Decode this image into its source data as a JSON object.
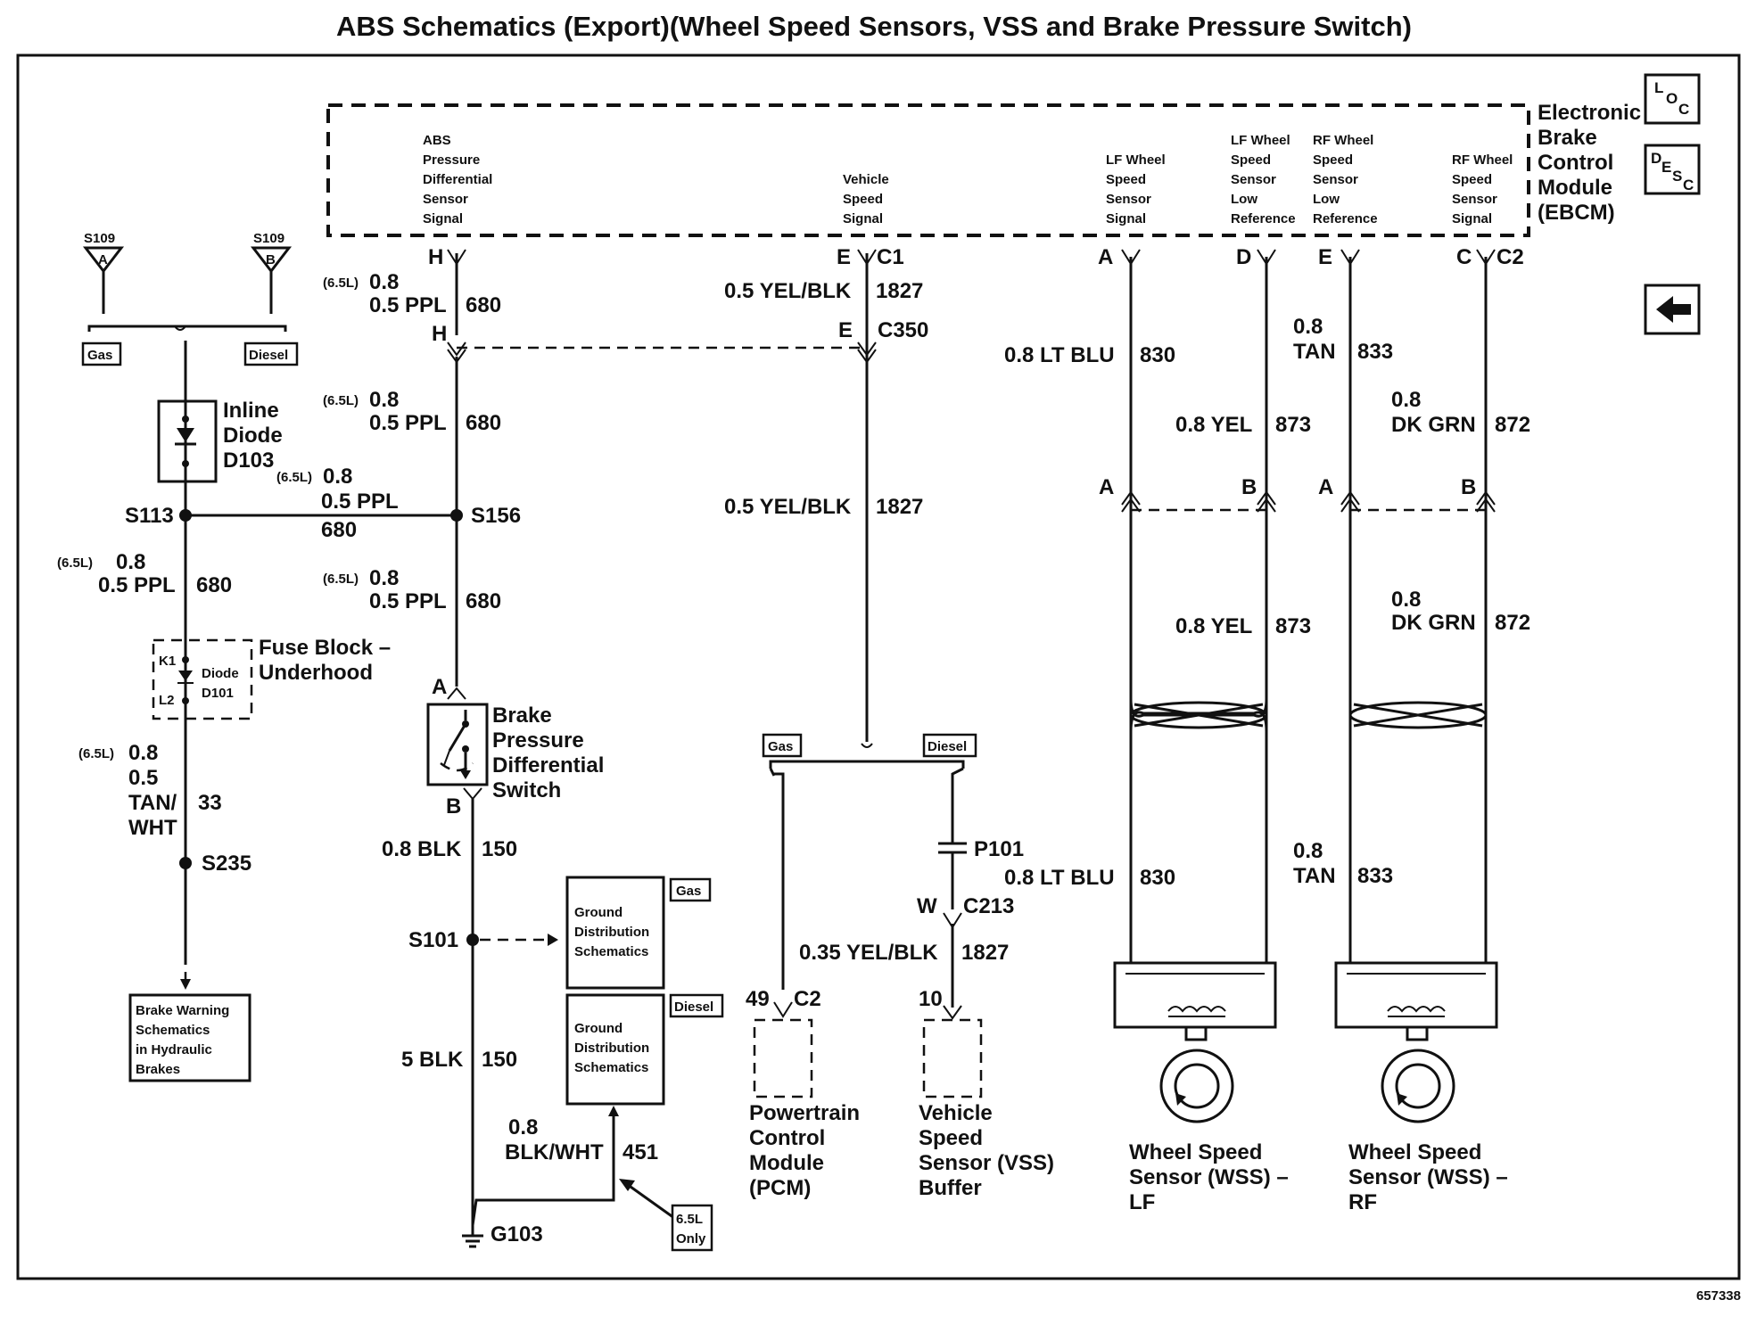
{
  "title": "ABS Schematics (Export)(Wheel Speed Sensors, VSS and Brake Pressure Switch)",
  "figure_number": "657338",
  "ebcm": {
    "label": [
      "Electronic",
      "Brake",
      "Control",
      "Module",
      "(EBCM)"
    ],
    "loc_icon": "loc-icon",
    "desc_icon": "desc-icon",
    "back_icon": "arrow-left-icon",
    "signals": {
      "abs_pressure": [
        "ABS",
        "Pressure",
        "Differential",
        "Sensor",
        "Signal"
      ],
      "vehicle_speed": [
        "Vehicle",
        "Speed",
        "Signal"
      ],
      "lf_signal": [
        "LF Wheel",
        "Speed",
        "Sensor",
        "Signal"
      ],
      "lf_low_ref": [
        "LF Wheel",
        "Speed",
        "Sensor",
        "Low",
        "Reference"
      ],
      "rf_low_ref": [
        "RF Wheel",
        "Speed",
        "Sensor",
        "Low",
        "Reference"
      ],
      "rf_signal": [
        "RF Wheel",
        "Speed",
        "Sensor",
        "Signal"
      ]
    }
  },
  "pins": {
    "h": "H",
    "e": "E",
    "a": "A",
    "d": "D",
    "c": "C",
    "b": "B",
    "w": "W",
    "c1": "C1",
    "c2": "C2",
    "c350": "C350",
    "c213": "C213",
    "p49": "49",
    "p10": "10"
  },
  "splices": {
    "s109": "S109",
    "s113": "S113",
    "s156": "S156",
    "s235": "S235",
    "s101": "S101",
    "g103": "G103",
    "p101": "P101"
  },
  "tags": {
    "a": "A",
    "b": "B",
    "gas": "Gas",
    "diesel": "Diesel",
    "only65": [
      "6.5L",
      "Only"
    ]
  },
  "wires": {
    "opt65": "(6.5L)",
    "g08": "0.8",
    "ppl": "0.5 PPL",
    "c680": "680",
    "yelblk": "0.5 YEL/BLK",
    "c1827": "1827",
    "yelblk035": "0.35 YEL/BLK",
    "ltblu": "0.8 LT BLU",
    "c830": "830",
    "tan": "TAN",
    "c833": "833",
    "yel": "0.8 YEL",
    "c873": "873",
    "dkgrn": "DK GRN",
    "c872": "872",
    "g05": "0.5",
    "tanwht": [
      "TAN/",
      "WHT"
    ],
    "c33": "33",
    "blk08": "0.8 BLK",
    "c150": "150",
    "blk5": "5 BLK",
    "blkwht": "BLK/WHT",
    "c451": "451"
  },
  "components": {
    "inline_diode": [
      "Inline",
      "Diode",
      "D103"
    ],
    "fuse_block": [
      "Fuse Block –",
      "Underhood"
    ],
    "k1": "K1",
    "l2": "L2",
    "diode_d101": [
      "Diode",
      "D101"
    ],
    "brake_switch": [
      "Brake",
      "Pressure",
      "Differential",
      "Switch"
    ],
    "ground_dist": [
      "Ground",
      "Distribution",
      "Schematics"
    ],
    "brake_warning": [
      "Brake Warning",
      "Schematics",
      "in Hydraulic",
      "Brakes"
    ],
    "pcm": [
      "Powertrain",
      "Control",
      "Module",
      "(PCM)"
    ],
    "vss": [
      "Vehicle",
      "Speed",
      "Sensor (VSS)",
      "Buffer"
    ],
    "wss_lf": [
      "Wheel Speed",
      "Sensor (WSS) –",
      "LF"
    ],
    "wss_rf": [
      "Wheel Speed",
      "Sensor (WSS) –",
      "RF"
    ]
  }
}
